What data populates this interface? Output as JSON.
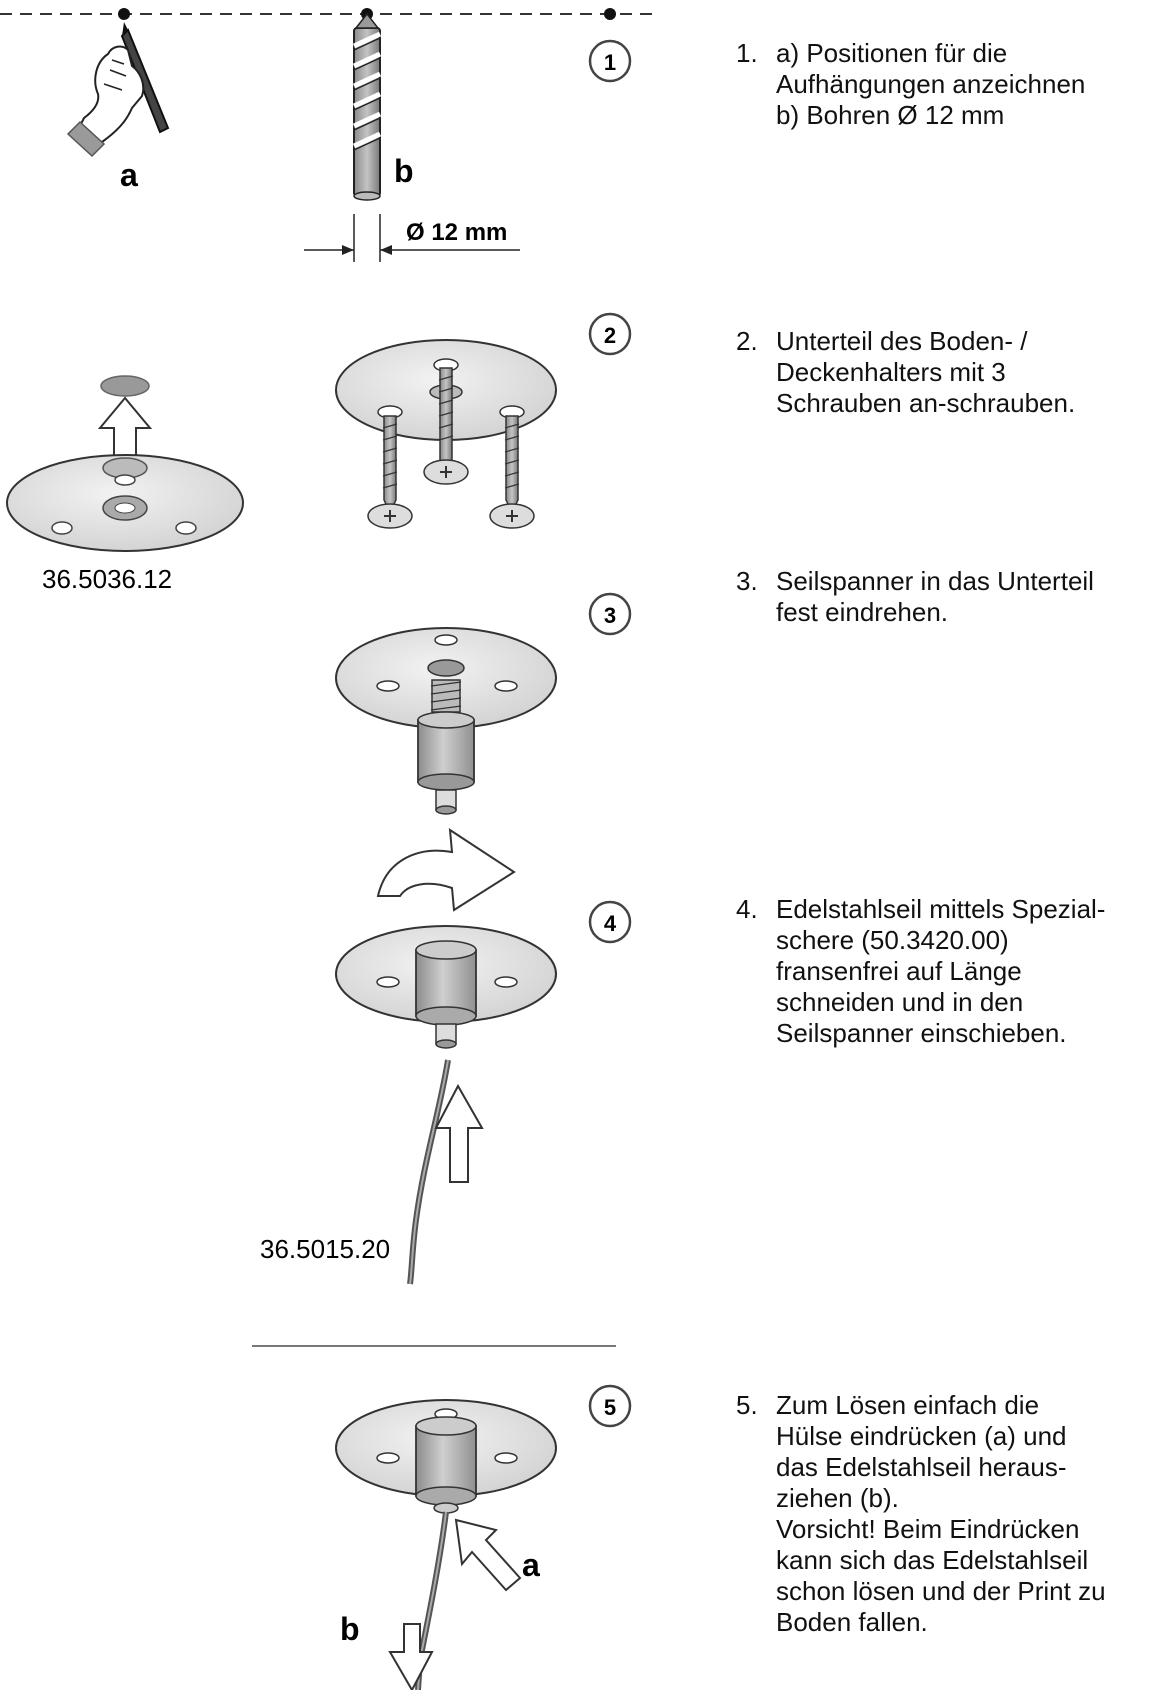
{
  "figure": {
    "label_a_pencil": "a",
    "label_b_drill": "b",
    "drill_diameter": "Ø 12 mm",
    "part_base": "36.5036.12",
    "part_cable": "36.5015.20",
    "step5_label_a": "a",
    "step5_label_b": "b",
    "badges": [
      "1",
      "2",
      "3",
      "4",
      "5"
    ]
  },
  "steps": [
    {
      "num": "1.",
      "lines": [
        "a) Positionen für die",
        "Aufhängungen anzeichnen",
        "b) Bohren Ø 12 mm"
      ]
    },
    {
      "num": "2.",
      "lines": [
        "Unterteil des Boden- /",
        "Deckenhalters mit 3",
        "Schrauben an-schrauben."
      ]
    },
    {
      "num": "3.",
      "lines": [
        "Seilspanner in das Unterteil",
        "fest eindrehen."
      ]
    },
    {
      "num": "4.",
      "lines": [
        "Edelstahlseil mittels Spezial-",
        "schere (50.3420.00)",
        "fransenfrei auf Länge",
        "schneiden und in den",
        "Seilspanner einschieben."
      ]
    },
    {
      "num": "5.",
      "lines": [
        "Zum Lösen einfach die",
        "Hülse eindrücken (a) und",
        "das Edelstahlseil heraus-",
        "ziehen (b).",
        "Vorsicht! Beim Eindrücken",
        "kann sich das Edelstahlseil",
        "schon lösen und der Print zu",
        "Boden fallen."
      ]
    }
  ]
}
